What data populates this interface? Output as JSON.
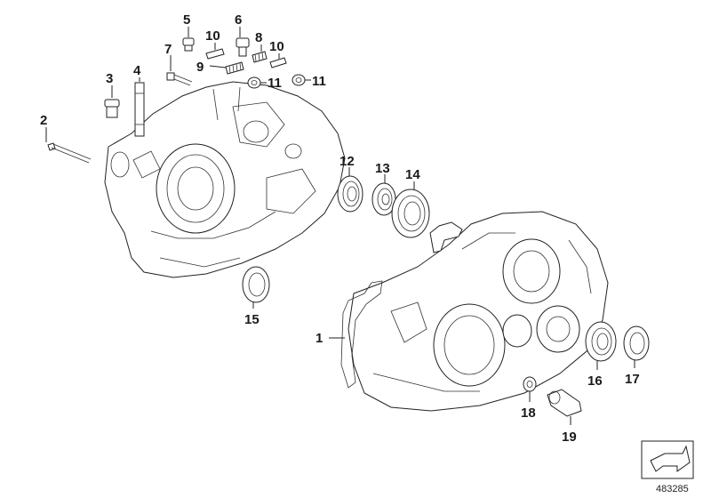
{
  "diagram": {
    "ref_number": "483285",
    "callouts": [
      "1",
      "2",
      "3",
      "4",
      "5",
      "6",
      "7",
      "8",
      "9",
      "10",
      "10",
      "11",
      "11",
      "12",
      "13",
      "14",
      "15",
      "16",
      "17",
      "18",
      "19"
    ]
  }
}
